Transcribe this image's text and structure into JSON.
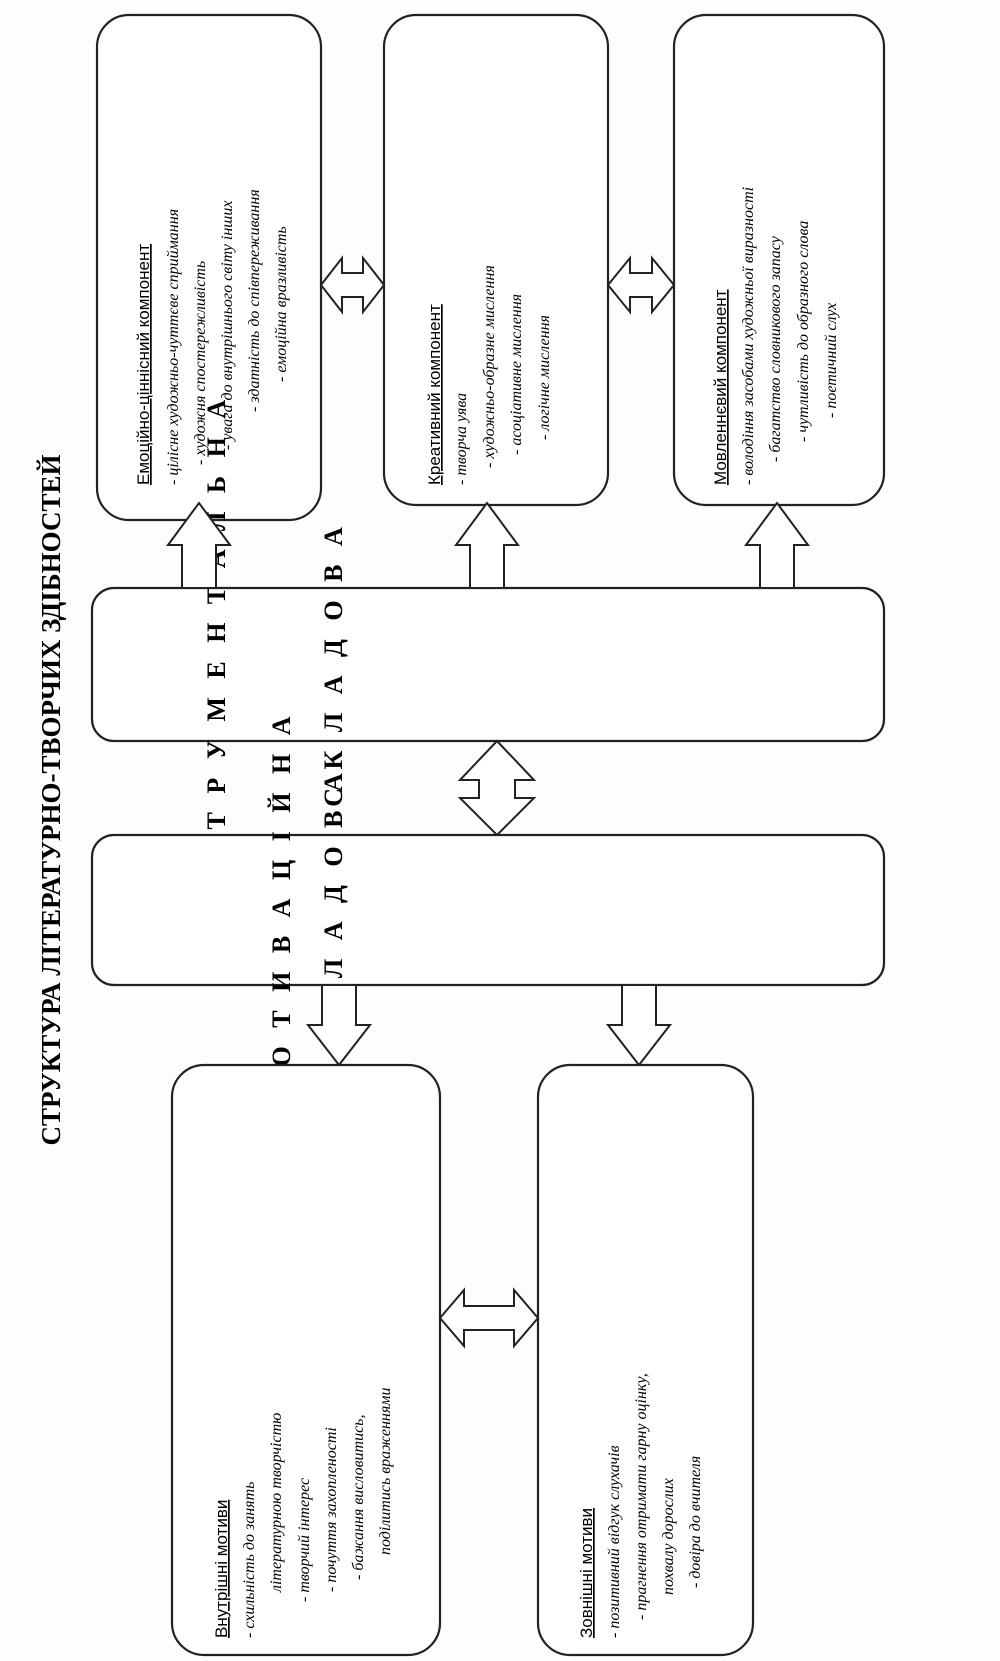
{
  "title": "СТРУКТУРА ЛІТЕРАТУРНО-ТВОРЧИХ ЗДІБНОСТЕЙ",
  "instrumental": {
    "line1": "С К Л А Д О В А",
    "line2": "І Н С Т Р У М Е Н Т А Л Ь Н А"
  },
  "motivational": {
    "line1": "С К Л А Д О В А",
    "line2": "М О Т И В А Ц І Й Н А"
  },
  "components": {
    "emotional": {
      "title": "Емоційно-ціннісний компонент",
      "items": [
        "- цілісне художньо-чуттєве сприймання",
        "- художня спостережливість",
        "- увага до внутрішнього світу інших",
        "- здатність до співпереживання",
        "- емоційна вразливість"
      ]
    },
    "creative": {
      "title": "Креативний компонент",
      "items": [
        "- творча уява",
        "- художньо-образне мислення",
        "- асоціативне мислення",
        "- логічне мислення"
      ]
    },
    "speech": {
      "title": "Мовленнєвий компонент",
      "items": [
        "- володіння засобами художньої виразності",
        "- багатство словникового запасу",
        "- чутливість до образного слова",
        "- поетичний слух"
      ]
    }
  },
  "motives": {
    "internal": {
      "title": "Внутрішні мотиви",
      "items": [
        "- схильність до занять",
        "літературною творчістю",
        "- творчий інтерес",
        "- почуття захопленості",
        "- бажання висловитись,",
        "поділитись враженнями"
      ]
    },
    "external": {
      "title": "Зовнішні мотиви",
      "items": [
        "- позитивний відгук слухачів",
        "- прагнення отримати гарну оцінку,",
        "похвалу дорослих",
        "- довіра до вчителя"
      ]
    }
  }
}
